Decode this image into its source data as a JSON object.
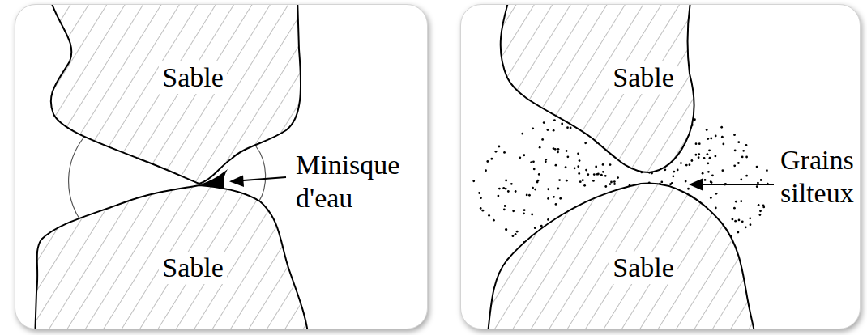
{
  "diagram": {
    "nodes": [
      {
        "text": [
          "Sable"
        ]
      },
      {
        "text": [
          "Sable"
        ]
      },
      {
        "text": [
          "Sable"
        ]
      },
      {
        "text": [
          "Sable"
        ]
      }
    ],
    "labels": [
      "Minisque d'eau",
      "Grains silteux"
    ]
  }
}
